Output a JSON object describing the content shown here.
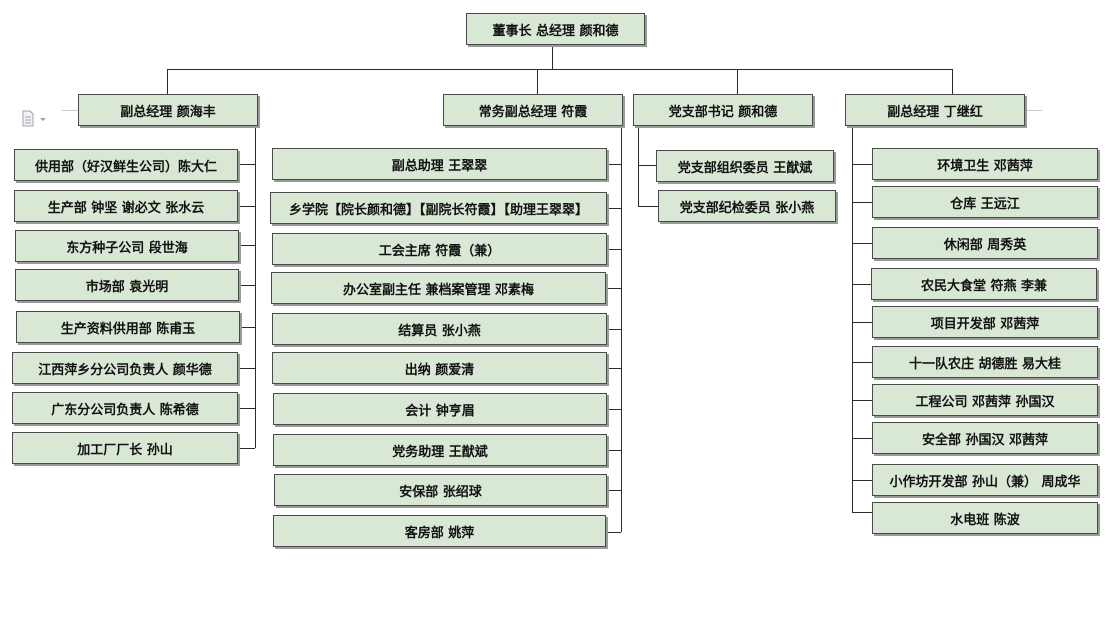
{
  "top": "董事长 总经理 颜和德",
  "branches": [
    {
      "head": "副总经理 颜海丰",
      "items": [
        "供用部（好汉鲜生公司）陈大仁",
        "生产部 钟坚 谢必文 张水云",
        "东方种子公司 段世海",
        "市场部 袁光明",
        "生产资料供用部 陈甫玉",
        "江西萍乡分公司负责人 颜华德",
        "广东分公司负责人 陈希德",
        "加工厂厂长 孙山"
      ]
    },
    {
      "head": "常务副总经理 符霞",
      "items": [
        "副总助理 王翠翠",
        "乡学院【院长颜和德】【副院长符霞】【助理王翠翠】",
        "工会主席 符霞（兼）",
        "办公室副主任 兼档案管理 邓素梅",
        "结算员 张小燕",
        "出纳 颜爱清",
        "会计 钟亨眉",
        "党务助理 王猷斌",
        "安保部 张绍球",
        "客房部 姚萍"
      ]
    },
    {
      "head": "党支部书记 颜和德",
      "items": [
        "党支部组织委员 王猷斌",
        "党支部纪检委员 张小燕"
      ]
    },
    {
      "head": "副总经理 丁继红",
      "items": [
        "环境卫生 邓茜萍",
        "仓库 王远江",
        "休闲部 周秀英",
        "农民大食堂 符燕 李兼",
        "项目开发部 邓茜萍",
        "十一队农庄 胡德胜 易大桂",
        "工程公司 邓茜萍 孙国汉",
        "安全部 孙国汉 邓茜萍",
        "小作坊开发部 孙山（兼） 周成华",
        "水电班 陈波"
      ]
    }
  ]
}
